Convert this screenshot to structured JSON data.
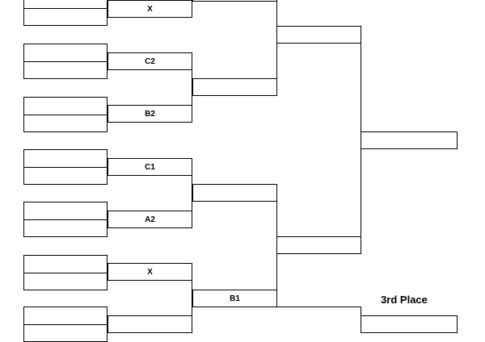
{
  "bracket": {
    "round1_slots": [
      "",
      "",
      "",
      "",
      "",
      "",
      "",
      "",
      "",
      "",
      "",
      "",
      ""
    ],
    "round2_labels": [
      "X",
      "C2",
      "B2",
      "C1",
      "A2",
      "X",
      ""
    ],
    "round3_labels": [
      "",
      "",
      "",
      "B1"
    ],
    "semifinal_labels": [
      "",
      ""
    ],
    "final_label": "",
    "third_place": {
      "title": "3rd Place",
      "slots": [
        ""
      ]
    }
  }
}
